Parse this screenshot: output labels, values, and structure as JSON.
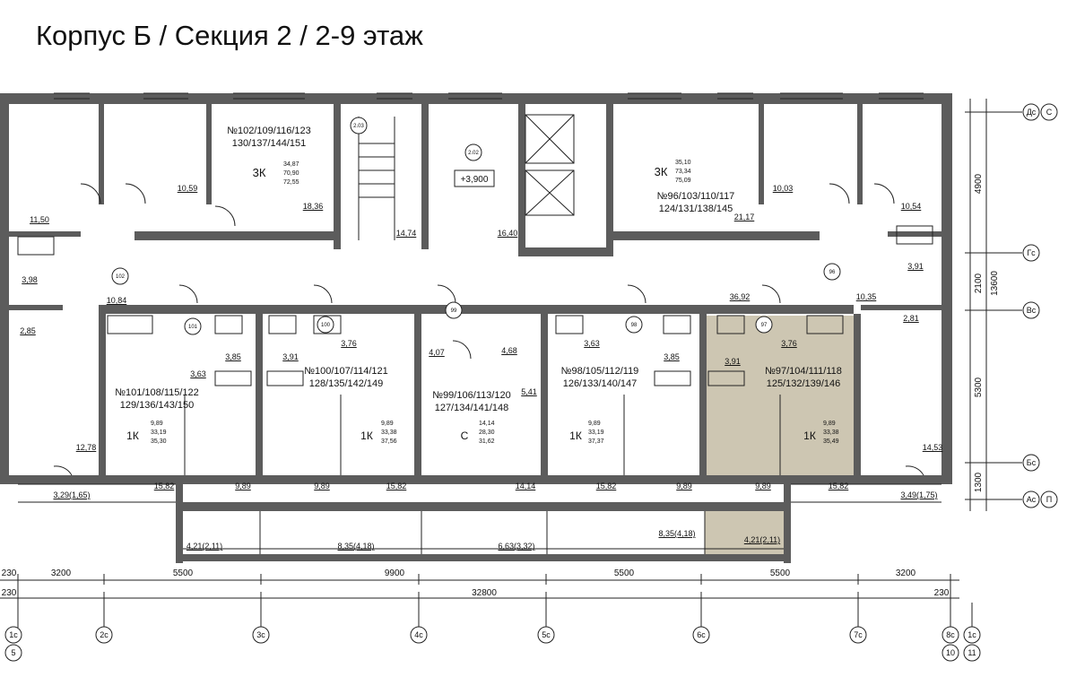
{
  "title": "Корпус Б / Секция 2 / 2-9 этаж",
  "colors": {
    "wall": "#5c5c5c",
    "highlight": "#cdc6b2",
    "line": "#222222"
  },
  "apartments": [
    {
      "id": "apt-3k-left",
      "numbers_1": "№102/109/116/123",
      "numbers_2": "130/137/144/151",
      "type": "3К",
      "area_1": "34,87",
      "area_2": "70,90",
      "area_3": "72,55"
    },
    {
      "id": "apt-3k-right",
      "numbers_1": "№96/103/110/117",
      "numbers_2": "124/131/138/145",
      "type": "3К",
      "area_1": "35,10",
      "area_2": "73,34",
      "area_3": "75,09"
    },
    {
      "id": "apt-101",
      "numbers_1": "№101/108/115/122",
      "numbers_2": "129/136/143/150",
      "type": "1К",
      "area_1": "9,89",
      "area_2": "33,19",
      "area_3": "35,30"
    },
    {
      "id": "apt-100",
      "numbers_1": "№100/107/114/121",
      "numbers_2": "128/135/142/149",
      "type": "1К",
      "area_1": "9,89",
      "area_2": "33,38",
      "area_3": "37,56"
    },
    {
      "id": "apt-99",
      "numbers_1": "№99/106/113/120",
      "numbers_2": "127/134/141/148",
      "type": "С",
      "area_1": "14,14",
      "area_2": "28,30",
      "area_3": "31,62"
    },
    {
      "id": "apt-98",
      "numbers_1": "№98/105/112/119",
      "numbers_2": "126/133/140/147",
      "type": "1К",
      "area_1": "9,89",
      "area_2": "33,19",
      "area_3": "37,37"
    },
    {
      "id": "apt-97",
      "numbers_1": "№97/104/111/118",
      "numbers_2": "125/132/139/146",
      "type": "1К",
      "area_1": "9,89",
      "area_2": "33,38",
      "area_3": "35,49"
    }
  ],
  "room_areas": [
    {
      "text": "10,59"
    },
    {
      "text": "18,36"
    },
    {
      "text": "14,74"
    },
    {
      "text": "16,40"
    },
    {
      "text": "21,17"
    },
    {
      "text": "10,03"
    },
    {
      "text": "10,54"
    },
    {
      "text": "11,50"
    },
    {
      "text": "3,98"
    },
    {
      "text": "10,84"
    },
    {
      "text": "2,85"
    },
    {
      "text": "36,92"
    },
    {
      "text": "10,35"
    },
    {
      "text": "3,91"
    },
    {
      "text": "2,81"
    },
    {
      "text": "3,63"
    },
    {
      "text": "3,85"
    },
    {
      "text": "3,91"
    },
    {
      "text": "3,76"
    },
    {
      "text": "4,07"
    },
    {
      "text": "4,68"
    },
    {
      "text": "5,41"
    },
    {
      "text": "3,63"
    },
    {
      "text": "3,85"
    },
    {
      "text": "3,91"
    },
    {
      "text": "3,76"
    },
    {
      "text": "12,78"
    },
    {
      "text": "14,53"
    },
    {
      "text": "3,29(1,65)"
    },
    {
      "text": "15,82"
    },
    {
      "text": "9,89"
    },
    {
      "text": "9,89"
    },
    {
      "text": "15,82"
    },
    {
      "text": "14,14"
    },
    {
      "text": "15,82"
    },
    {
      "text": "9,89"
    },
    {
      "text": "9,89"
    },
    {
      "text": "15,82"
    },
    {
      "text": "3,49(1,75)"
    },
    {
      "text": "4,21(2,11)"
    },
    {
      "text": "8,35(4,18)"
    },
    {
      "text": "6,63(3,32)"
    },
    {
      "text": "8,35(4,18)"
    },
    {
      "text": "4,21(2,11)"
    }
  ],
  "markers": [
    {
      "text": "2.03"
    },
    {
      "text": "2.02"
    },
    {
      "text": "+3,900"
    },
    {
      "text": "102"
    },
    {
      "text": "96"
    },
    {
      "text": "101"
    },
    {
      "text": "100"
    },
    {
      "text": "99"
    },
    {
      "text": "98"
    },
    {
      "text": "97"
    }
  ],
  "dimensions_row1": [
    "230",
    "3200",
    "5500",
    "9900",
    "5500",
    "5500",
    "3200"
  ],
  "dimensions_row2": [
    "230",
    "32800",
    "230"
  ],
  "dimensions_vertical": [
    "4900",
    "2100",
    "13600",
    "5300",
    "1300"
  ],
  "axes_bottom": [
    {
      "label": "1с",
      "sub": "5"
    },
    {
      "label": "2с",
      "sub": ""
    },
    {
      "label": "3с",
      "sub": ""
    },
    {
      "label": "4с",
      "sub": ""
    },
    {
      "label": "5с",
      "sub": ""
    },
    {
      "label": "6с",
      "sub": ""
    },
    {
      "label": "7с",
      "sub": ""
    },
    {
      "label": "8с",
      "sub": "10"
    },
    {
      "label": "1с",
      "sub": "11"
    }
  ],
  "axes_right": [
    {
      "label": "Дс",
      "sub": "С"
    },
    {
      "label": "Гс",
      "sub": ""
    },
    {
      "label": "Вс",
      "sub": ""
    },
    {
      "label": "Бс",
      "sub": ""
    },
    {
      "label": "Ас",
      "sub": "П"
    }
  ]
}
